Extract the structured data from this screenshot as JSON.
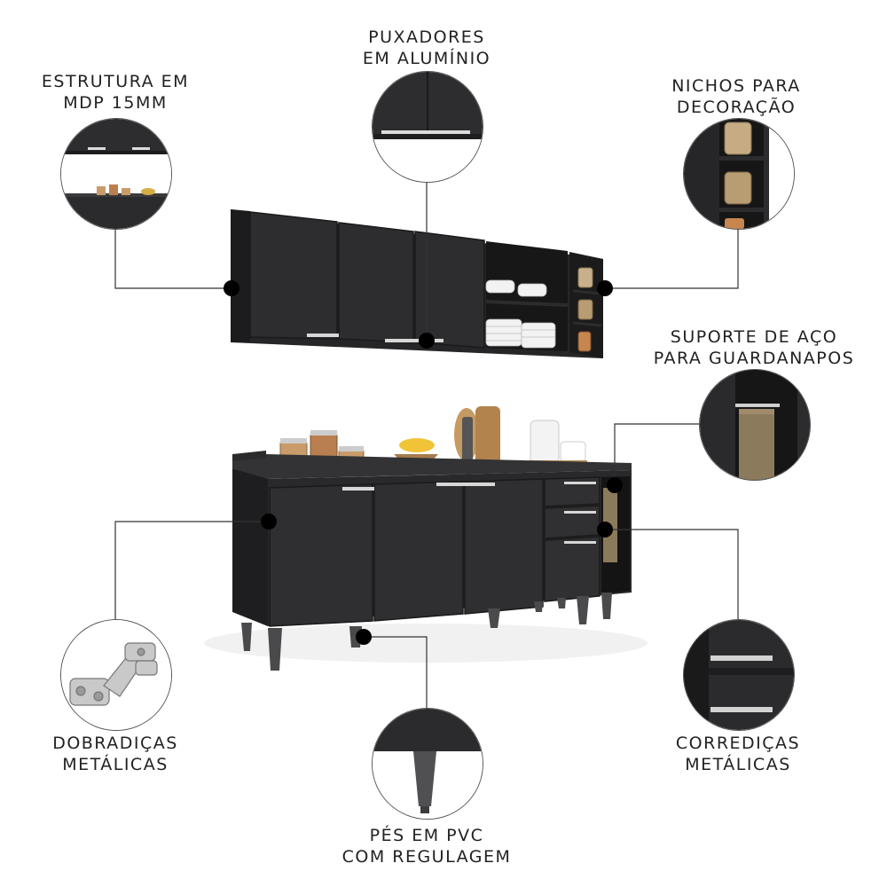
{
  "features": {
    "handles": {
      "line1": "PUXADORES",
      "line2": "EM ALUMÍNIO"
    },
    "structure": {
      "line1": "ESTRUTURA EM",
      "line2": "MDP 15MM"
    },
    "niches": {
      "line1": "NICHOS PARA",
      "line2": "DECORAÇÃO"
    },
    "towel_rack": {
      "line1": "SUPORTE DE AÇO",
      "line2": "PARA GUARDANAPOS"
    },
    "hinges": {
      "line1": "DOBRADIÇAS",
      "line2": "METÁLICAS"
    },
    "slides": {
      "line1": "CORREDIÇAS",
      "line2": "METÁLICAS"
    },
    "feet": {
      "line1": "PÉS EM PVC",
      "line2": "COM REGULAGEM"
    }
  },
  "colors": {
    "cabinet": "#2b2b2d",
    "cabinet_dark": "#1f1f21",
    "leader": "#333333",
    "dot": "#000000"
  }
}
